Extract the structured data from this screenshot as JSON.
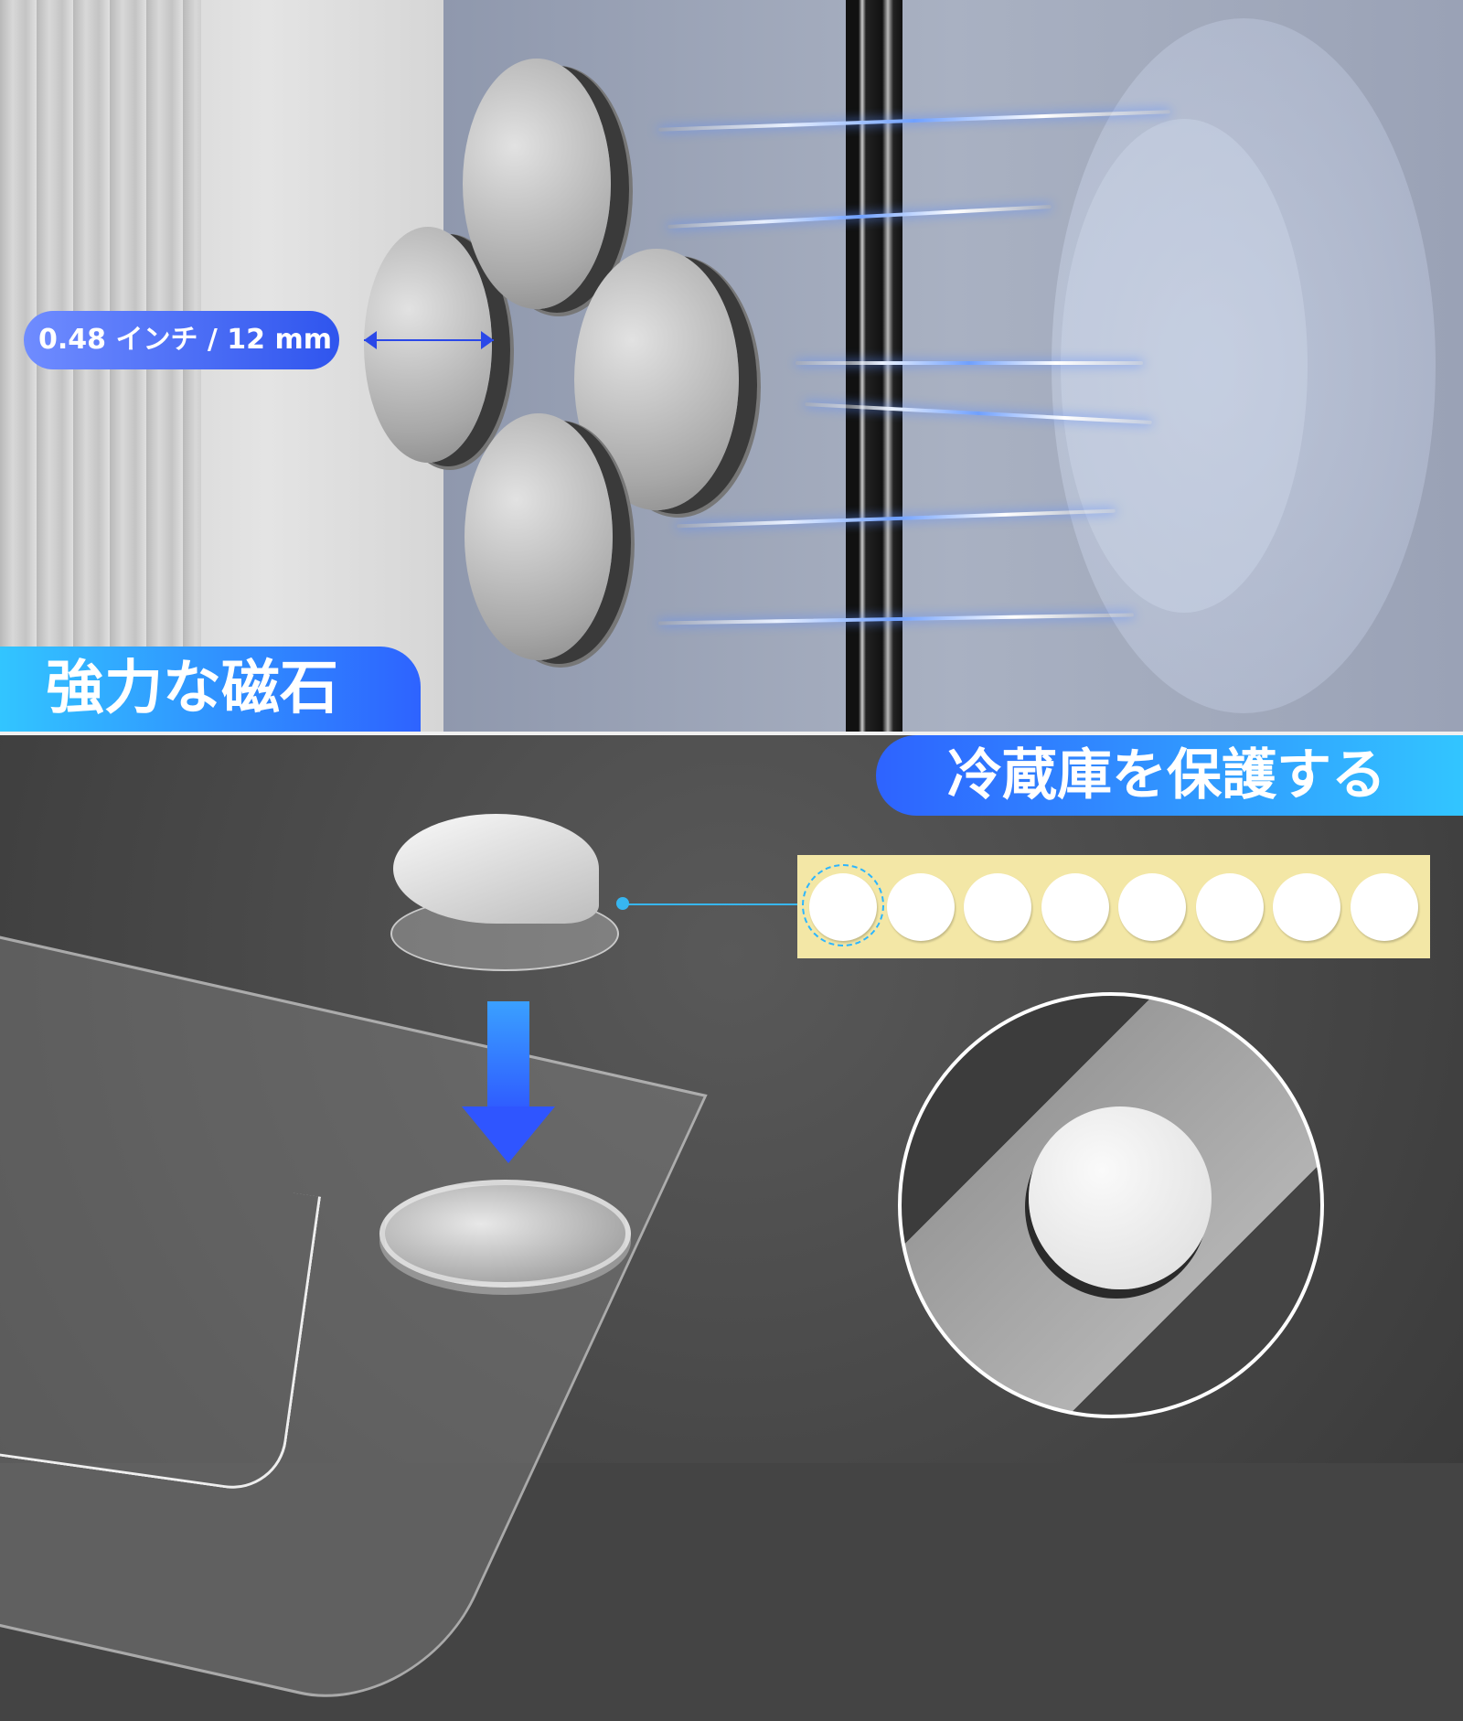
{
  "size_label": "0.48 インチ / 12 mm",
  "banner_top": "強力な磁石",
  "banner_bottom": "冷蔵庫を保護する",
  "sticker_count": 8,
  "colors": {
    "accent_blue": "#2e63ff",
    "accent_cyan": "#32c5ff",
    "sticker_sheet": "#f3e7a6"
  }
}
